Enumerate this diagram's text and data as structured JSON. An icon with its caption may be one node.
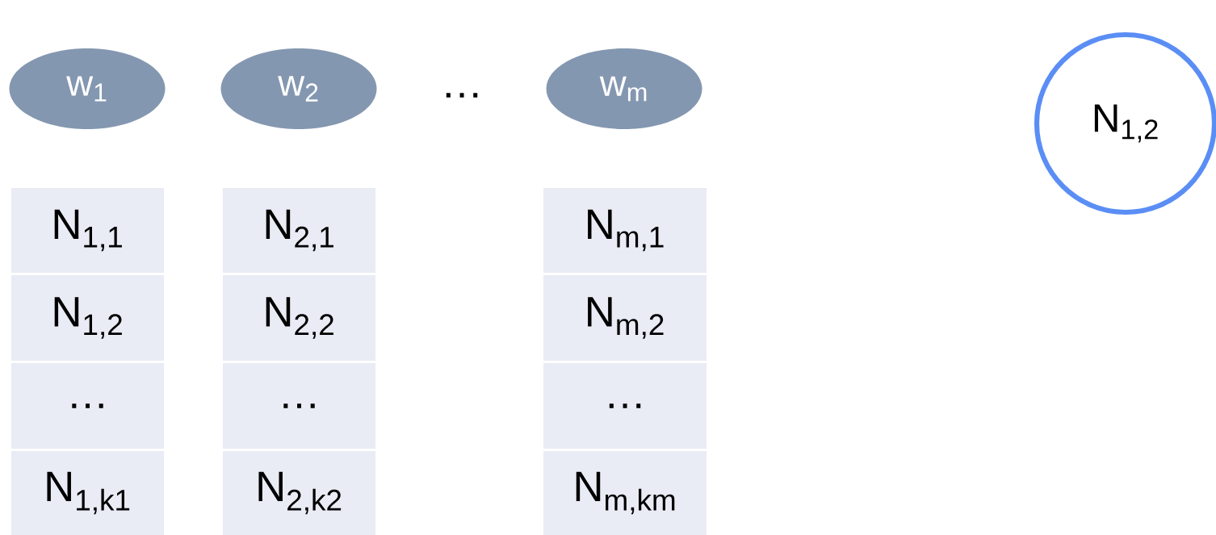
{
  "diagram": {
    "nodes": [
      {
        "text": [
          "w$_{1}$"
        ]
      },
      {
        "text": [
          "w$_{2}$"
        ]
      },
      {
        "text": [
          "w$_{m}$"
        ]
      },
      {
        "text": [
          "N$_{1,2}$"
        ]
      },
      {
        "text": [
          "N$_{1,1}$"
        ]
      },
      {
        "text": [
          "N$_{1,2}$"
        ]
      },
      {
        "text": [
          "…"
        ]
      },
      {
        "text": [
          "N$_{1,k1}$"
        ]
      },
      {
        "text": [
          "N$_{2,1}$"
        ]
      },
      {
        "text": [
          "N$_{2,2}$"
        ]
      },
      {
        "text": [
          "…"
        ]
      },
      {
        "text": [
          "N$_{2,k2}$"
        ]
      },
      {
        "text": [
          "N$_{m,1}$"
        ]
      },
      {
        "text": [
          "N$_{m,2}$"
        ]
      },
      {
        "text": [
          "…"
        ]
      },
      {
        "text": [
          "N$_{m,km}$"
        ]
      }
    ],
    "labels": [
      "…"
    ]
  }
}
